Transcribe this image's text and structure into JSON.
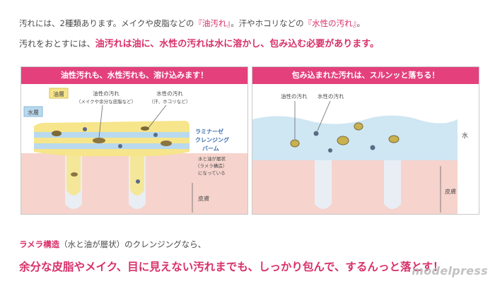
{
  "intro": {
    "line1_a": "汚れには、2種類あります。メイクや皮脂などの",
    "line1_oil": "『油汚れ』",
    "line1_b": "。汗やホコリなどの",
    "line1_water": "『水性の汚れ』",
    "line1_c": "。",
    "line2_a": "汚れをおとすには、",
    "line2_b": "油汚れは油に、水性の汚れは水に溶かし、包み込む必要があります。"
  },
  "left_panel": {
    "banner": "油性汚れも、水性汚れも、溶け込みます！",
    "label_oil_layer": "油層",
    "label_water_layer": "水層",
    "label_oily_dirt": "油性の汚れ",
    "label_oily_dirt_sub": "（メイクや余分な皮脂など）",
    "label_water_dirt": "水性の汚れ",
    "label_water_dirt_sub": "（汗、ホコリなど）",
    "product_line1": "ラミナーゼ",
    "product_line2": "クレンジング",
    "product_line3": "バーム",
    "note_line1": "水と油が層状",
    "note_line2": "（ラメラ構造）",
    "note_line3": "になっている",
    "skin_label": "皮膚"
  },
  "right_panel": {
    "banner": "包み込まれた汚れは、スルンッと落ちる！",
    "label_oily_dirt": "油性の汚れ",
    "label_water_dirt": "水性の汚れ",
    "water_label": "水",
    "skin_label": "皮膚"
  },
  "footer": {
    "line1_a": "ラメラ構造",
    "line1_b": "（水と油が層状）のクレンジングなら、",
    "line2": "余分な皮脂やメイク、目に見えない汚れまでも、しっかり包んで、するんっと落とす！"
  },
  "watermark": "modelpress",
  "colors": {
    "accent_pink": "#e4417c",
    "oil_yellow": "#f6e58a",
    "water_blue": "#b9d9ee",
    "skin_pink": "#f6d3cc"
  }
}
